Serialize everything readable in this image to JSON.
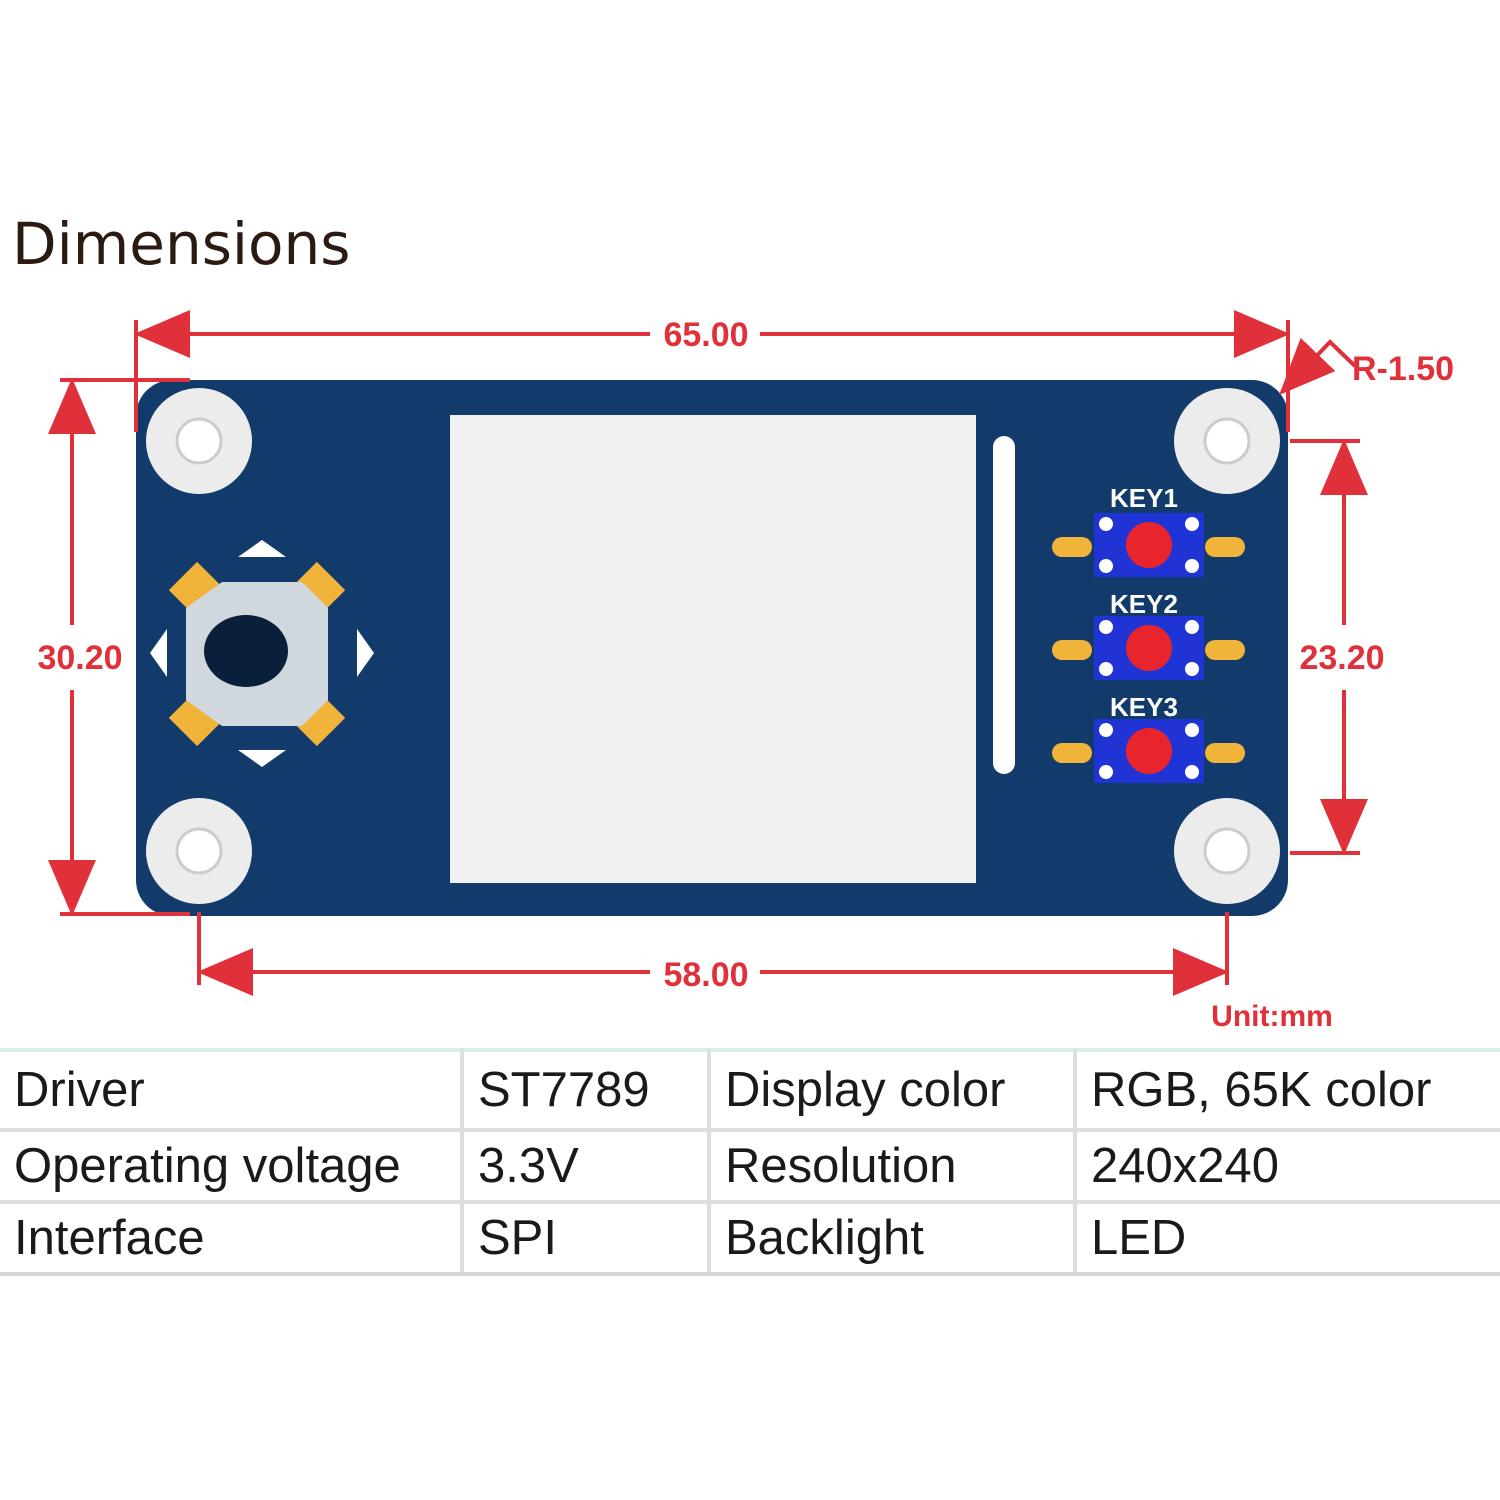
{
  "title": "Dimensions",
  "diagram": {
    "dimensions": {
      "overall_width": "65.00",
      "corner_radius": "R-1.50",
      "overall_height": "30.20",
      "hole_vertical_spacing": "23.20",
      "hole_horizontal_spacing": "58.00",
      "unit": "Unit:mm"
    },
    "keys": [
      "KEY1",
      "KEY2",
      "KEY3"
    ],
    "colors": {
      "board": "#123a6b",
      "dimension": "#e0303a",
      "screen": "#f1f1f1",
      "key_cap": "#e8242c",
      "key_body": "#2034d6",
      "pad": "#f0b43a"
    }
  },
  "specs": {
    "rows": [
      {
        "label1": "Driver",
        "value1": "ST7789",
        "label2": "Display color",
        "value2": "RGB, 65K color"
      },
      {
        "label1": "Operating voltage",
        "value1": "3.3V",
        "label2": "Resolution",
        "value2": "240x240"
      },
      {
        "label1": "Interface",
        "value1": "SPI",
        "label2": "Backlight",
        "value2": "LED"
      }
    ]
  }
}
